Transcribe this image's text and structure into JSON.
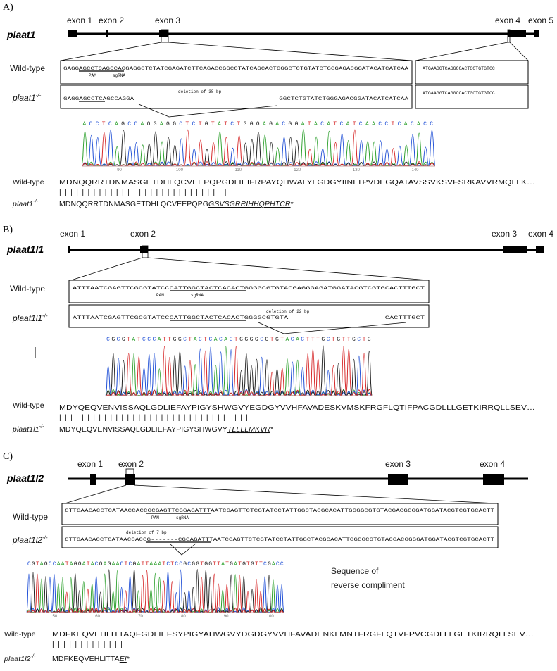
{
  "panels": [
    {
      "letter": "A)",
      "gene": "plaat1",
      "exons": [
        "exon 1",
        "exon 2",
        "exon 3",
        "exon 4",
        "exon 5"
      ],
      "wt_label": "Wild-type",
      "mut_label_base": "plaat1",
      "mut_label_sup": "-/-",
      "wt_seq_a": "GAGGAGCCTCAGCCAGGAGGCTCTATCGAGATCTTCAGACCGGCCTATCAGCACTGGGCTCTGTATCTGGGAGACGGATACATCATCAA",
      "wt_seq_b": "ATGAAGGTCAGGCCACTGCTGTGTCC",
      "mut_seq_a": "GAGGAGCCTCAGCCAGGA-------------------------------------GGCTCTGTATCTGGGAGACGGATACATCATCAA",
      "mut_seq_b": "ATGAAGGTCAGGCCACTGCTGTGTCC",
      "pam": "PAM",
      "sgrna": "sgRNA",
      "deletion": "deletion of 38 bp",
      "chrom_seq": "ACCTCAGCCAGGAGGCTCTGTATCTGGGAGACGGATACATCATCAACCTCACACC",
      "chrom_ticks": [
        "90",
        "100",
        "110",
        "120",
        "130",
        "140"
      ],
      "aa_wt_label": "Wild-type",
      "aa_wt": "MDNQQRRTDNMASGETDHLQCVEEPQPGDLIEIFRPAYQHWALYLGDGYIINLTPVDEGQATAVSSVKSVFSRKAVVRMQLLK…",
      "aa_mut_label_base": "plaat1",
      "aa_mut_label_sup": "-/-",
      "aa_mut_prefix": "MDNQQRRTDNMASGETDHLQCVEEPQPG",
      "aa_mut_frameshift": "GSVSGRRIHHQPHTCR",
      "aa_mut_stop": "*",
      "match_bars": "||||||||||||||||||||||||||||      |         |"
    },
    {
      "letter": "B)",
      "gene": "plaat1l1",
      "exons": [
        "exon 1",
        "exon 2",
        "exon 3",
        "exon 4"
      ],
      "wt_label": "Wild-type",
      "mut_label_base": "plaat1l1",
      "mut_label_sup": "-/-",
      "wt_seq": "ATTTAATCGAGTTCGCGTATCCCATTGGCTACTCACACTGGGGCGTGTACGAGGGAGATGGATACGTCGTGCACTTTGCT",
      "mut_seq": "ATTTAATCGAGTTCGCGTATCCCATTGGCTACTCACACTGGGGCGTGTA----------------------CACTTTGCT",
      "pam": "PAM",
      "sgrna": "sgRNA",
      "deletion": "deletion of 22 bp",
      "chrom_seq": "CGCGTATCCCATTGGCTACTCACACTGGGGCGTGTACACTTTGCTGTTGCTG",
      "aa_wt_label": "Wild-type",
      "aa_wt": "MDYQEQVENVISSAQLGDLIEFAYPIGYSHWGVYEGDGYVVHFAVADESKVMSKFRGFLQTIFPACGDLLLGETKIRRQLLSEV…",
      "aa_mut_label_base": "plaat1l1",
      "aa_mut_label_sup": "-/-",
      "aa_mut_prefix": "MDYQEQVENVISSAQLGDLIEFAYPIGYSHWGVY",
      "aa_mut_frameshift": "TLLLLMKVR",
      "aa_mut_stop": "*",
      "match_bars": "||||||||||||||||||||||||||||||||||"
    },
    {
      "letter": "C)",
      "gene": "plaat1l2",
      "exons": [
        "exon 1",
        "exon 2",
        "exon 3",
        "exon 4"
      ],
      "wt_label": "Wild-type",
      "mut_label_base": "plaat1l2",
      "mut_label_sup": "-/-",
      "wt_seq": "GTTGAACACCTCATAACCACCGCGAGTTCGGAGATTTAATCGAGTTCTCGTATCCTATTGGCTACGCACATTGGGGCGTGTACGACGGGGATGGATACGTCGTGCACTT",
      "mut_seq": "GTTGAACACCTCATAACCACCG-------CGGAGATTTAATCGAGTTCTCGTATCCTATTGGCTACGCACATTGGGGCGTGTACGACGGGGATGGATACGTCGTGCACTT",
      "pam": "PAM",
      "sgrna": "sgRNA",
      "deletion": "deletion of 7 bp",
      "chrom_seq": "CGTAGCCAATAGGATACGAGAACTCGATTAAATCTCCGCGGTGGTTATGATGTGTTCGACC",
      "chrom_ticks": [
        "50",
        "60",
        "70",
        "80",
        "90",
        "100"
      ],
      "note": "Sequence of reverse compliment",
      "aa_wt_label": "Wild-type",
      "aa_wt": "MDFKEQVEHLITTAQFGDLIEFSYPIGYAHWGVYDGDGYVVHFAVADENKLMNTFRGFLQTVFPVCGDLLLGETKIRRQLLSEV…",
      "aa_mut_label_base": "plaat1l2",
      "aa_mut_label_sup": "-/-",
      "aa_mut_prefix": "MDFKEQVEHLITTA",
      "aa_mut_frameshift": "EI",
      "aa_mut_stop": "*",
      "match_bars": "||||||||||||||"
    }
  ],
  "colors": {
    "A": "#2ca02c",
    "C": "#1f4fd6",
    "G": "#222222",
    "T": "#d62728"
  }
}
